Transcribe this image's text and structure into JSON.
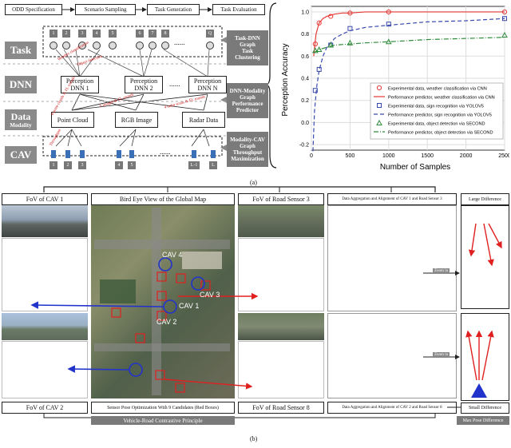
{
  "pipeline": {
    "steps": [
      "ODD Specification",
      "Scenario Sampling",
      "Task Generation",
      "Task Evaluation"
    ]
  },
  "rows": [
    "Task",
    "DNN",
    "Data",
    "Modality",
    "CAV"
  ],
  "task_numbers": [
    "1",
    "2",
    "3",
    "4",
    "5",
    "6",
    "7",
    "8",
    "Q"
  ],
  "dnns": [
    "Perception DNN 1",
    "Perception DNN 2",
    "Perception DNN N"
  ],
  "ellipsis": "......",
  "data_nodes": [
    "Point Cloud",
    "RGB Image",
    "Radar Data"
  ],
  "cav_numbers": [
    "1",
    "2",
    "3",
    "4",
    "5",
    "L-1",
    "L"
  ],
  "red_notes": {
    "weather": "Weather classification",
    "object": "Object detection",
    "pointcloud_fl": "8 point clouds & FL rounds",
    "images_fl": "5 images & FL rounds",
    "radar_fl": "4 radar scans & FL rounds",
    "throughput": "Throughput"
  },
  "side_labels": {
    "graph1": [
      "Task-DNN",
      "Graph",
      "Task",
      "Clustering"
    ],
    "graph2": [
      "DNN-Modality",
      "Graph",
      "Performance",
      "Predictor"
    ],
    "graph3": [
      "Modality-CAV",
      "Graph",
      "Throughput",
      "Maximization"
    ]
  },
  "chart_data": {
    "type": "line",
    "xlabel": "Number of Samples",
    "ylabel": "Perception Accuracy",
    "xlim": [
      0,
      2500
    ],
    "ylim": [
      -0.25,
      1.05
    ],
    "xticks": [
      0,
      500,
      1000,
      1500,
      2000,
      2500
    ],
    "yticks": [
      -0.2,
      0.0,
      0.2,
      0.4,
      0.6,
      0.8,
      1.0
    ],
    "grid": true,
    "legend_position": "bottom-right",
    "series": [
      {
        "name": "Experimental data, weather classification via CNN",
        "kind": "points",
        "marker": "circle",
        "color": "#e53935",
        "x": [
          50,
          100,
          250,
          500,
          1000,
          2500
        ],
        "y": [
          0.71,
          0.9,
          0.96,
          0.99,
          1.0,
          1.0
        ]
      },
      {
        "name": "Performance predictor, weather classification via CNN",
        "kind": "line",
        "dash": "",
        "color": "#e53935",
        "x": [
          30,
          60,
          100,
          150,
          200,
          300,
          400,
          500,
          700,
          1000,
          1500,
          2000,
          2500
        ],
        "y": [
          0.6,
          0.8,
          0.9,
          0.94,
          0.96,
          0.98,
          0.99,
          0.99,
          1.0,
          1.0,
          1.0,
          1.0,
          1.0
        ]
      },
      {
        "name": "Experimental data, sign recognition via YOLOV5",
        "kind": "points",
        "marker": "square",
        "color": "#3949ab",
        "x": [
          50,
          100,
          250,
          500,
          1000,
          2500
        ],
        "y": [
          0.29,
          0.48,
          0.7,
          0.85,
          0.89,
          0.94
        ]
      },
      {
        "name": "Performance predictor, sign recognition via YOLOV5",
        "kind": "line",
        "dash": "5,3",
        "color": "#3949ab",
        "x": [
          20,
          40,
          70,
          100,
          150,
          200,
          300,
          400,
          500,
          700,
          1000,
          1500,
          2000,
          2500
        ],
        "y": [
          -0.26,
          0.1,
          0.33,
          0.47,
          0.6,
          0.68,
          0.76,
          0.8,
          0.83,
          0.86,
          0.88,
          0.91,
          0.92,
          0.94
        ]
      },
      {
        "name": "Experimental data, object detection via SECOND",
        "kind": "points",
        "marker": "triangle",
        "color": "#2e8b3a",
        "x": [
          50,
          100,
          250,
          500,
          1000,
          2500
        ],
        "y": [
          0.65,
          0.66,
          0.7,
          0.72,
          0.73,
          0.79
        ]
      },
      {
        "name": "Performance predictor, object detection via SECOND",
        "kind": "line",
        "dash": "6,2,1,2",
        "color": "#2e8b3a",
        "x": [
          30,
          100,
          200,
          300,
          500,
          700,
          1000,
          1500,
          2000,
          2500
        ],
        "y": [
          0.63,
          0.66,
          0.68,
          0.7,
          0.71,
          0.72,
          0.73,
          0.75,
          0.76,
          0.77
        ]
      }
    ]
  },
  "caption_a": "(a)",
  "caption_b": "(b)",
  "panels": {
    "fov_cav1": "FoV of CAV 1",
    "birdseye": "Bird Eye View of the Global Map",
    "fov_rs3": "FoV of Road Sensor 3",
    "agg1": "Data Aggregation and Alignment of CAV 1 and Road Sensor 3",
    "fov_cav2": "FoV of CAV 2",
    "sensor_opt": "Sensor Pose Optimization With 9 Candidates (Red Boxes)",
    "fov_rs8": "FoV of Road Sensor 8",
    "agg2": "Data Aggregation and Alignment of CAV 2 and Road Sensor 8",
    "contrastive": "Vehicle-Road Contrastive Principle",
    "large_diff": "Large Difference",
    "small_diff": "Small Difference",
    "max_pose": "Max Pose Difference",
    "zoom": "Zoom in",
    "cav_labels": [
      "CAV 4",
      "CAV 3",
      "CAV 1",
      "CAV 2"
    ]
  },
  "colors": {
    "blue": "#2233cc",
    "red": "#e02020",
    "gray": "#7a7a7a"
  }
}
